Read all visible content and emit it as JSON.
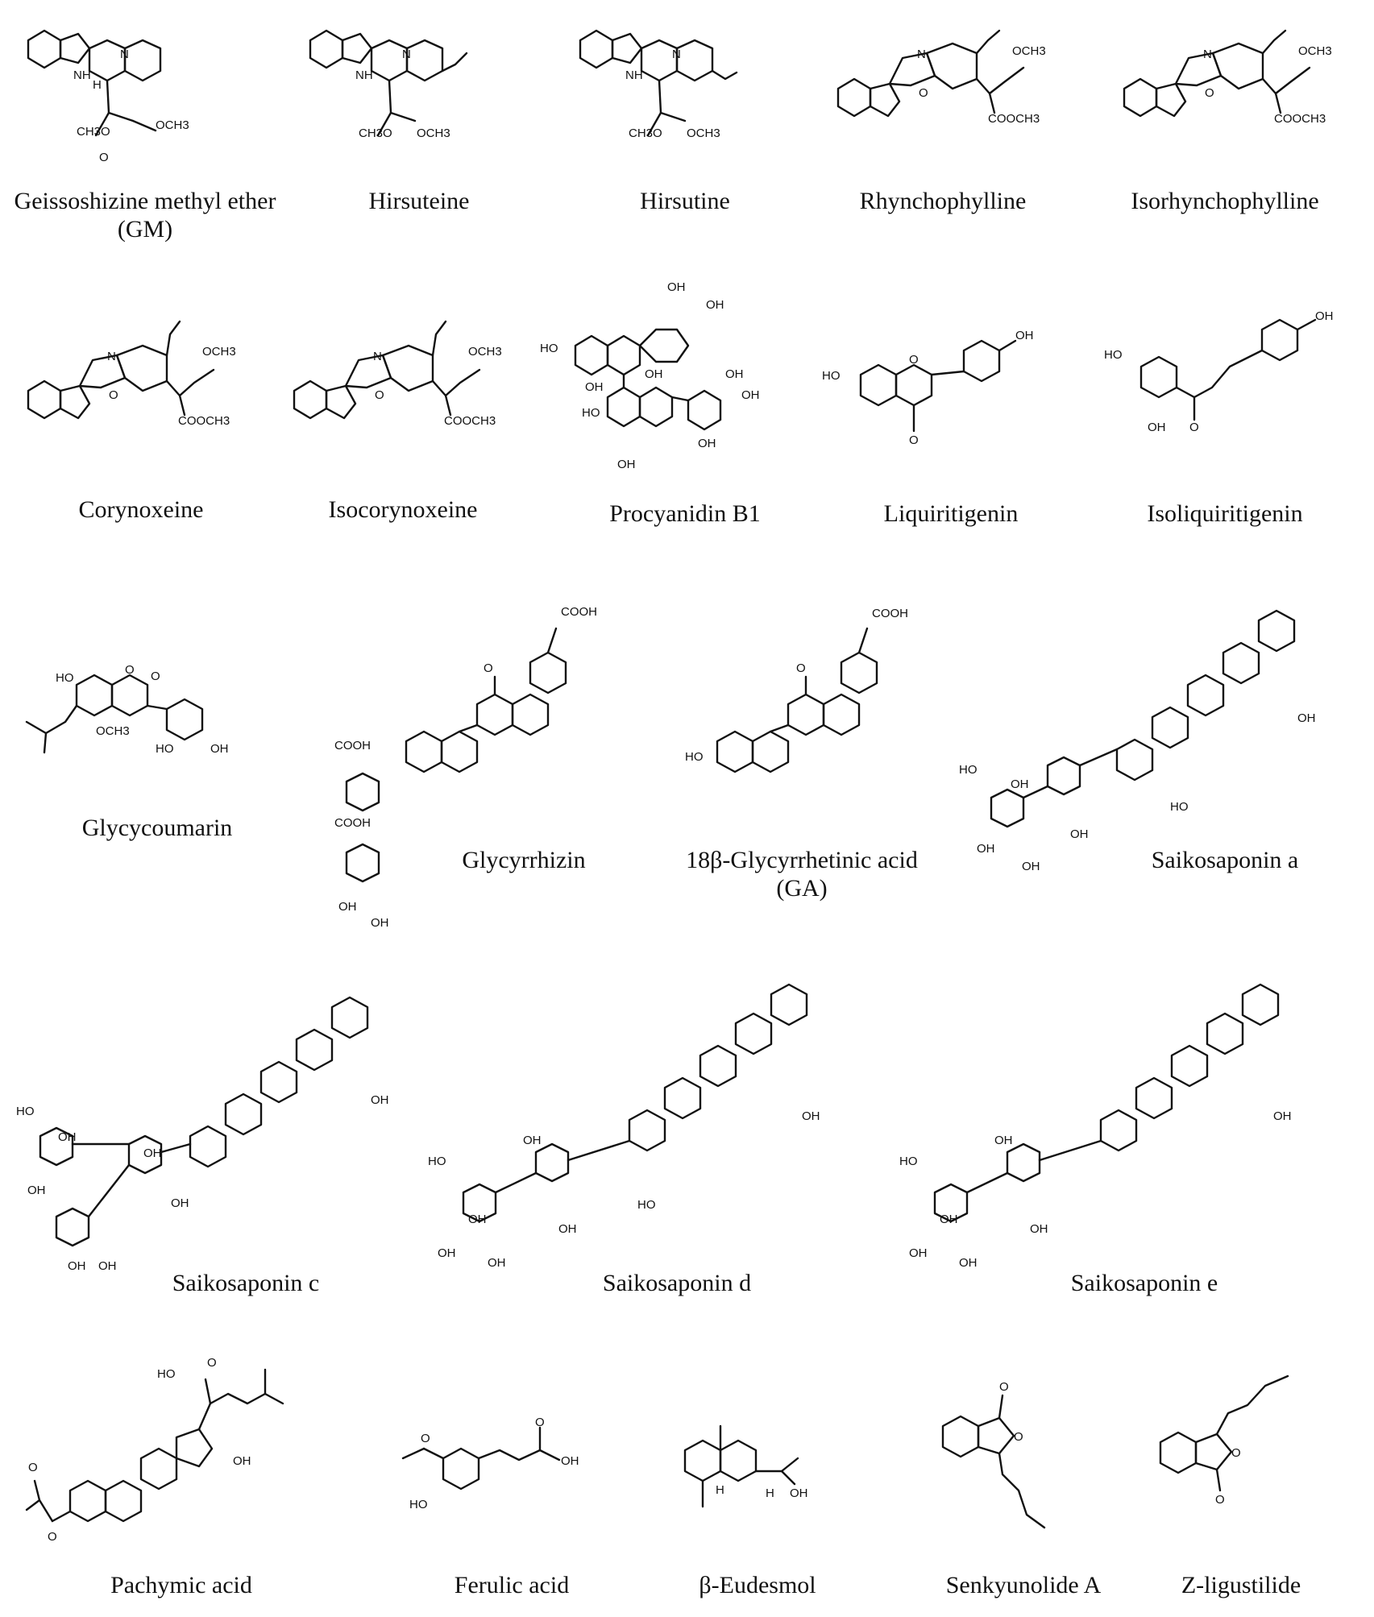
{
  "figure": {
    "compounds": [
      {
        "id": "gm",
        "name": "Geissoshizine methyl ether",
        "name_line2": "(GM)"
      },
      {
        "id": "hirsuteine",
        "name": "Hirsuteine"
      },
      {
        "id": "hirsutine",
        "name": "Hirsutine"
      },
      {
        "id": "rhynchophylline",
        "name": "Rhynchophylline"
      },
      {
        "id": "isorhynchophylline",
        "name": "Isorhynchophylline"
      },
      {
        "id": "corynoxeine",
        "name": "Corynoxeine"
      },
      {
        "id": "isocorynoxeine",
        "name": "Isocorynoxeine"
      },
      {
        "id": "procyanidin_b1",
        "name": "Procyanidin B1"
      },
      {
        "id": "liquiritigenin",
        "name": "Liquiritigenin"
      },
      {
        "id": "isoliquiritigenin",
        "name": "Isoliquiritigenin"
      },
      {
        "id": "glycycoumarin",
        "name": "Glycycoumarin"
      },
      {
        "id": "glycyrrhizin",
        "name": "Glycyrrhizin"
      },
      {
        "id": "ga",
        "name": "18β-Glycyrrhetinic acid",
        "name_line2": "(GA)"
      },
      {
        "id": "saikosaponin_a",
        "name": "Saikosaponin a"
      },
      {
        "id": "saikosaponin_c",
        "name": "Saikosaponin c"
      },
      {
        "id": "saikosaponin_d",
        "name": "Saikosaponin d"
      },
      {
        "id": "saikosaponin_e",
        "name": "Saikosaponin e"
      },
      {
        "id": "pachymic_acid",
        "name": "Pachymic acid"
      },
      {
        "id": "ferulic_acid",
        "name": "Ferulic acid"
      },
      {
        "id": "beta_eudesmol",
        "name": "β-Eudesmol"
      },
      {
        "id": "senkyunolide_a",
        "name": "Senkyunolide A"
      },
      {
        "id": "z_ligustilide",
        "name": "Z-ligustilide"
      }
    ],
    "atom_labels": {
      "n": "N",
      "nh": "NH",
      "h": "H",
      "o": "O",
      "oh": "OH",
      "ho": "HO",
      "och3": "OCH3",
      "ch3o": "CH3O",
      "cooch3": "COOCH3",
      "cooh": "COOH"
    }
  }
}
